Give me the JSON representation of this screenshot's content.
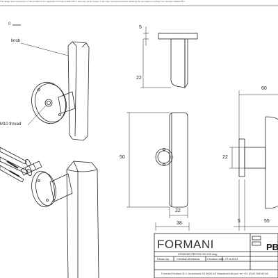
{
  "copyright": "The design and construction of this product is the copyright of Formani Holland B.V. and may not be copied, in any way reproduced without obtaining the permission in writing from Formani Holland B.V.",
  "labels": {
    "top_left_partial": "0",
    "knob": "knob",
    "thread": "M10 thread"
  },
  "dimensions": {
    "d5_top": "5",
    "d22_left": "22",
    "d60": "60",
    "d22_mid": "22",
    "d50": "50",
    "d22_bottom": "22",
    "d38": "38",
    "d5_bottom": "5",
    "d55": "55"
  },
  "title_block": {
    "logo": "FORMANI",
    "code": "PBT",
    "file_name": "2702K003 PBT23V 50 V02.dwg",
    "drawn_by_label": "Drawn by:",
    "drawn_by": "Christian Brinkhuis",
    "creation_label": "Creation date:",
    "creation_date": "27-3-2013",
    "footer": "Formani Holland B.V.  Ameshoek 53  6006 AE Maastricht Airport  tel +31 (0)43 365 65 65"
  }
}
